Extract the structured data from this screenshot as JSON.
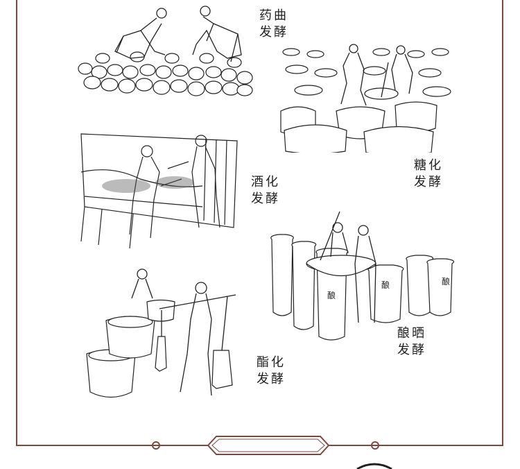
{
  "captions": {
    "yaoqu_line1": "药曲",
    "yaoqu_line2": "发酵",
    "tanghua_line1": "糖化",
    "tanghua_line2": "发酵",
    "jiuhua_line1": "酒化",
    "jiuhua_line2": "发酵",
    "niangshai_line1": "酿晒",
    "niangshai_line2": "发酵",
    "zhihua_line1": "酯化",
    "zhihua_line2": "发酵"
  },
  "colors": {
    "frame": "#7a4a40",
    "ink": "#222222"
  }
}
